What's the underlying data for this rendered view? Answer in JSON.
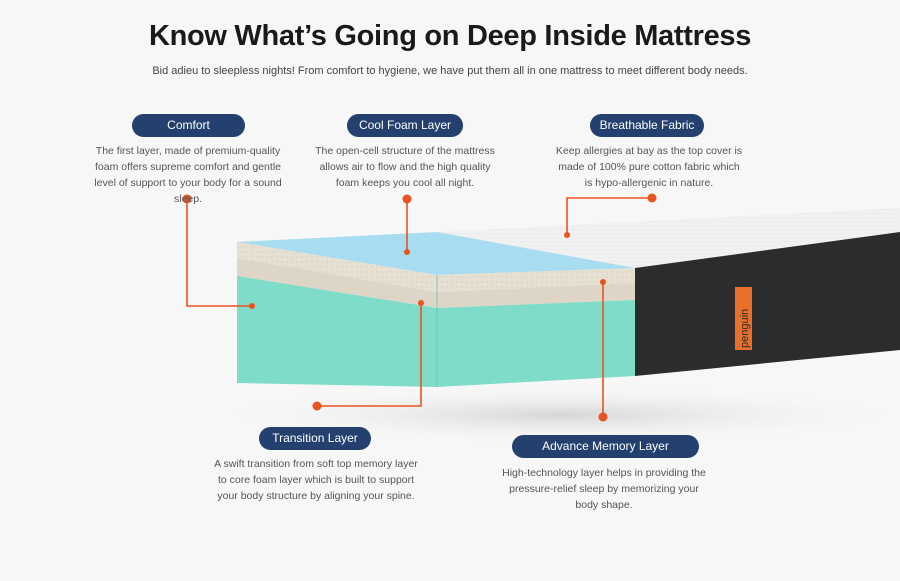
{
  "title": "Know What’s Going on Deep Inside Mattress",
  "subtitle": "Bid adieu to sleepless nights! From comfort to hygiene, we have put them all in one mattress to meet different body needs.",
  "brand": {
    "logo_text": "penguin"
  },
  "colors": {
    "pill": "#23406f",
    "marker": "#e8541e",
    "cool_foam": "#a8dcf0",
    "memory": "#ece6da",
    "transition": "#ddd6c6",
    "core": "#7fdcc8",
    "cover": "#2c2c2c",
    "fabric": "#f2f2f2"
  },
  "features": [
    {
      "label": "Comfort",
      "description": "The first layer, made of premium-quality foam offers supreme comfort and gentle level of support to your body for a sound sleep."
    },
    {
      "label": "Cool Foam Layer",
      "description": "The open-cell structure of the mattress allows air to flow and the high quality foam keeps you cool all night."
    },
    {
      "label": "Breathable Fabric",
      "description": "Keep allergies at bay as the top cover is made of 100% pure cotton fabric which is hypo-allergenic in nature."
    },
    {
      "label": "Transition Layer",
      "description": "A swift transition from soft top memory layer to core foam layer which is built to support your body structure by aligning your spine."
    },
    {
      "label": "Advance Memory Layer",
      "description": "High-technology layer helps in providing the pressure-relief sleep by memorizing your body shape."
    }
  ]
}
